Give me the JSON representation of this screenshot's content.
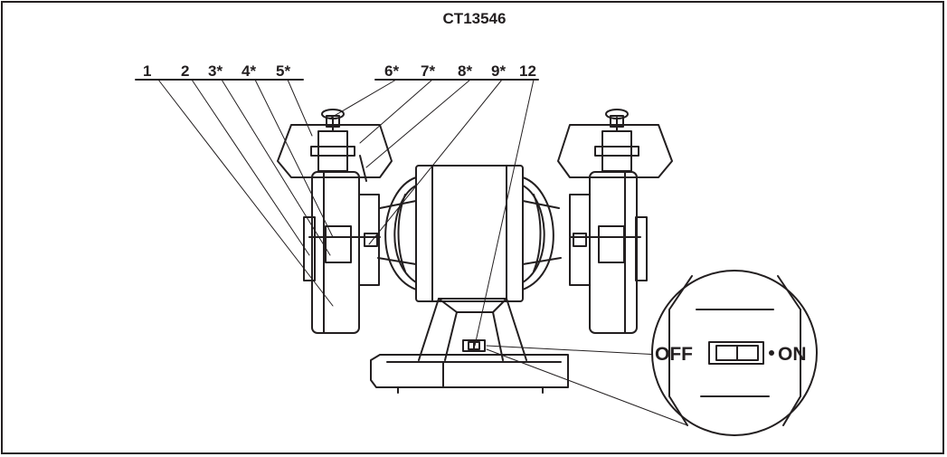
{
  "title": "CT13546",
  "callouts": [
    "1",
    "2",
    "3*",
    "4*",
    "5*",
    "6*",
    "7*",
    "8*",
    "9*",
    "12"
  ],
  "switch": {
    "off_label": "OFF",
    "on_label": "ON"
  },
  "colors": {
    "ink": "#231f20",
    "background": "#ffffff"
  }
}
